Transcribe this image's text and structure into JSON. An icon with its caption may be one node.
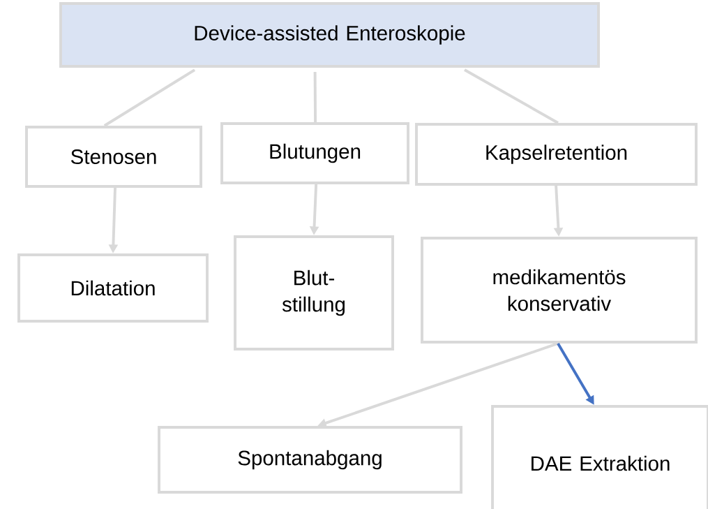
{
  "diagram": {
    "nodes": [
      {
        "text": [
          "Device-assisted Enteroskopie"
        ]
      },
      {
        "text": [
          "Stenosen"
        ]
      },
      {
        "text": [
          "Blutungen"
        ]
      },
      {
        "text": [
          "Kapselretention"
        ]
      },
      {
        "text": [
          "Dilatation"
        ]
      },
      {
        "text": [
          "Blut- stillung"
        ]
      },
      {
        "text": [
          "medikamentös konservativ"
        ]
      },
      {
        "text": [
          "Spontanabgang"
        ]
      },
      {
        "text": [
          "DAE Extraktion"
        ]
      }
    ],
    "edges": [
      {
        "from": 0,
        "to": 1,
        "arrow": "none"
      },
      {
        "from": 0,
        "to": 2,
        "arrow": "none"
      },
      {
        "from": 0,
        "to": 3,
        "arrow": "none"
      },
      {
        "from": 1,
        "to": 4,
        "arrow": "to"
      },
      {
        "from": 2,
        "to": 5,
        "arrow": "to"
      },
      {
        "from": 3,
        "to": 6,
        "arrow": "to"
      },
      {
        "from": 6,
        "to": 7,
        "arrow": "to"
      },
      {
        "from": 6,
        "to": 8,
        "arrow": "to",
        "color": "#4472c4"
      }
    ]
  }
}
